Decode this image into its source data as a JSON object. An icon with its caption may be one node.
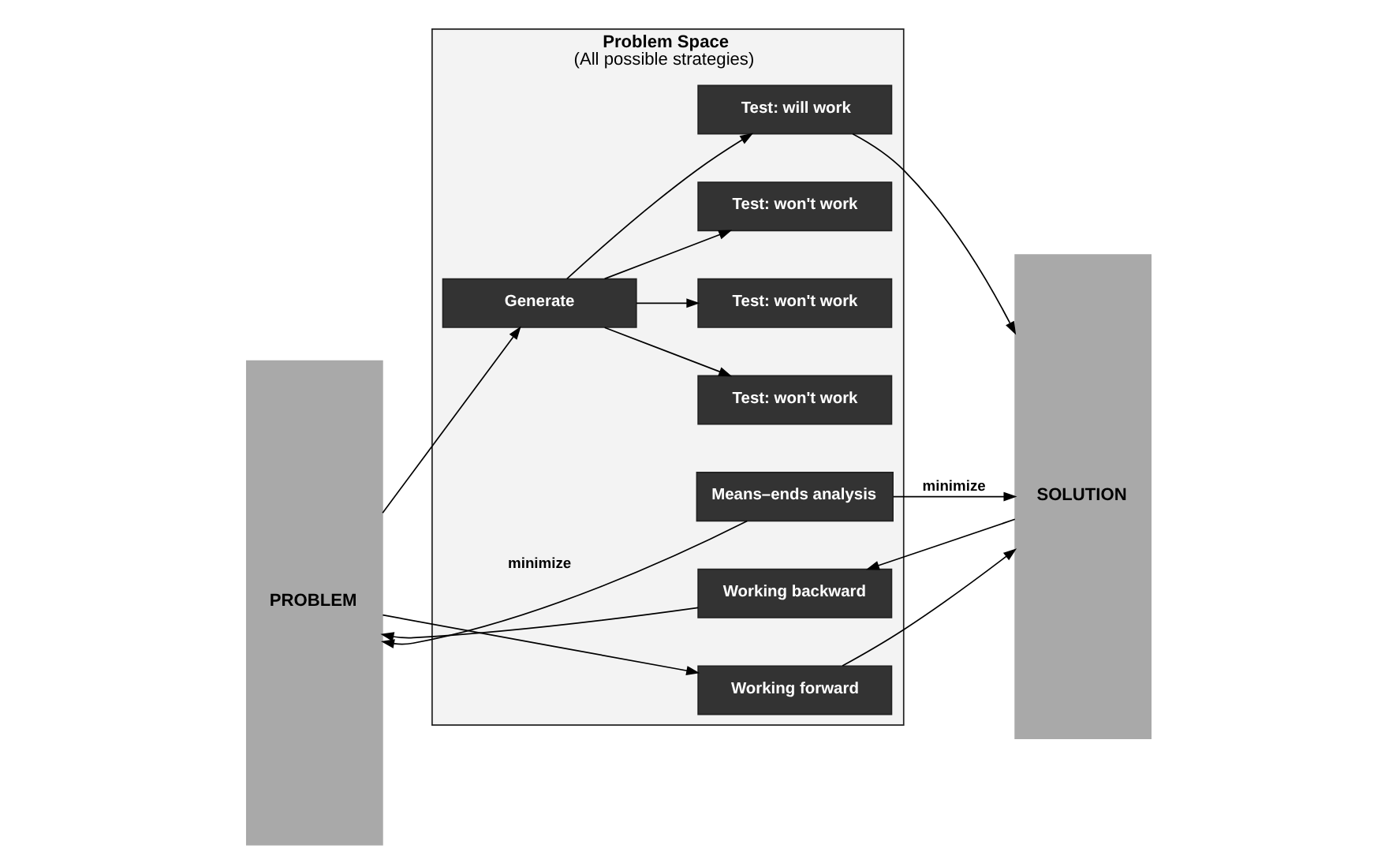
{
  "diagram": {
    "nodes": [
      {
        "text": [
          "PROBLEM"
        ]
      },
      {
        "text": [
          "Problem Space",
          "(All possible strategies)"
        ]
      },
      {
        "text": [
          "Working forward"
        ],
        "in": 1
      },
      {
        "text": [
          "Working backward"
        ],
        "in": 1
      },
      {
        "text": [
          "Means–ends analysis"
        ],
        "in": 1
      },
      {
        "text": [
          "Generate"
        ],
        "in": 1
      },
      {
        "text": [
          "Test: won't work"
        ],
        "in": 1
      },
      {
        "text": [
          "Test: won't work"
        ],
        "in": 1
      },
      {
        "text": [
          "Test: won't work"
        ],
        "in": 1
      },
      {
        "text": [
          "Test: will work"
        ],
        "in": 1
      },
      {
        "text": [
          "SOLUTION"
        ]
      }
    ],
    "edges": [
      {
        "from": 0,
        "to": 2,
        "arrow": "to"
      },
      {
        "from": 2,
        "to": 10,
        "arrow": "to"
      },
      {
        "from": 10,
        "to": 3,
        "arrow": "to"
      },
      {
        "from": 3,
        "to": 0,
        "arrow": "to"
      },
      {
        "from": 4,
        "to": 0,
        "arrow": "to",
        "label": "minimize"
      },
      {
        "from": 4,
        "to": 10,
        "arrow": "to",
        "label": "minimize"
      },
      {
        "from": 0,
        "to": 5,
        "arrow": "to"
      },
      {
        "from": 5,
        "to": 6,
        "arrow": "to"
      },
      {
        "from": 5,
        "to": 7,
        "arrow": "to"
      },
      {
        "from": 5,
        "to": 8,
        "arrow": "to"
      },
      {
        "from": 5,
        "to": 9,
        "arrow": "to"
      },
      {
        "from": 9,
        "to": 10,
        "arrow": "to"
      }
    ]
  }
}
